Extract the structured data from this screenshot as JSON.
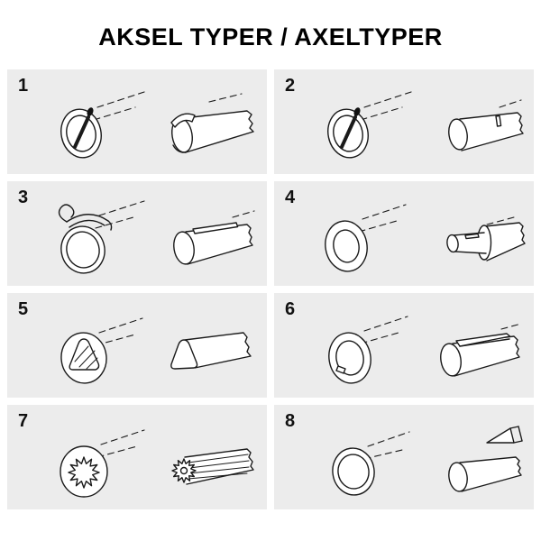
{
  "title": "AKSEL TYPER / AXELTYPER",
  "cells": [
    {
      "number": "1",
      "icon": "tube-with-cross-pin-and-shaft-with-spring-clip-illustration"
    },
    {
      "number": "2",
      "icon": "tube-with-cross-pin-and-shaft-with-slot-illustration"
    },
    {
      "number": "3",
      "icon": "tube-with-spring-cotter-and-shaft-with-key-illustration"
    },
    {
      "number": "4",
      "icon": "plain-tube-and-stepped-shaft-with-slot-illustration"
    },
    {
      "number": "5",
      "icon": "triangular-bore-tube-and-triangular-profile-shaft-illustration"
    },
    {
      "number": "6",
      "icon": "round-bore-tube-with-keyway-and-keyed-shaft-illustration"
    },
    {
      "number": "7",
      "icon": "splined-bore-tube-and-splined-shaft-illustration"
    },
    {
      "number": "8",
      "icon": "plain-tube-and-shaft-with-wedge-piece-illustration"
    }
  ]
}
